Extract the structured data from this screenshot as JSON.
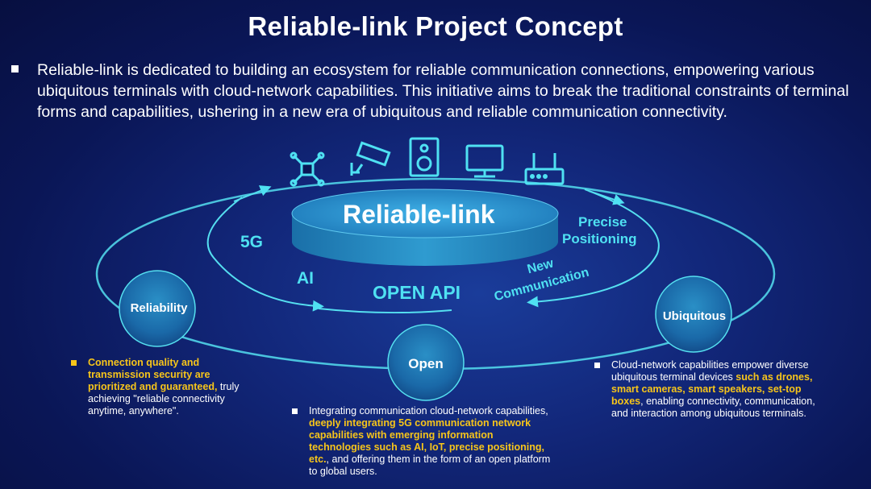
{
  "title": "Reliable-link Project Concept",
  "intro": "Reliable-link is dedicated to building an ecosystem for reliable communication connections, empowering various ubiquitous terminals with cloud-network capabilities. This initiative aims to break the traditional constraints of terminal forms and capabilities, ushering in a new era of ubiquitous and reliable communication connectivity.",
  "icons": [
    "drone-icon",
    "camera-icon",
    "speaker-icon",
    "monitor-icon",
    "router-icon"
  ],
  "platform": "Reliable-link",
  "ring_labels": {
    "fiveg": "5G",
    "ai": "AI",
    "open_api": "OPEN API",
    "precise_1": "Precise",
    "precise_2": "Positioning",
    "new_comm_1": "New",
    "new_comm_2": "Communication"
  },
  "pillars": {
    "reliability": "Reliability",
    "open": "Open",
    "ubiquitous": "Ubiquitous"
  },
  "descriptions": {
    "reliability": {
      "highlight": "Connection quality and transmission security are prioritized and guaranteed,",
      "rest": " truly achieving \"reliable connectivity anytime, anywhere\"."
    },
    "open": {
      "pre": "Integrating communication cloud-network capabilities, ",
      "highlight": "deeply integrating 5G communication network capabilities with emerging information technologies such as AI, IoT, precise positioning, etc.",
      "rest": ", and offering them in the form of an open platform to global users."
    },
    "ubiquitous": {
      "pre": "Cloud-network capabilities empower diverse ubiquitous terminal devices ",
      "highlight": "such as drones, smart cameras, smart speakers, set-top boxes",
      "rest": ", enabling connectivity, communication, and interaction among ubiquitous terminals."
    }
  },
  "colors": {
    "accent": "#4fe1f2",
    "highlight": "#f7c51a",
    "background": "#0a1656"
  }
}
